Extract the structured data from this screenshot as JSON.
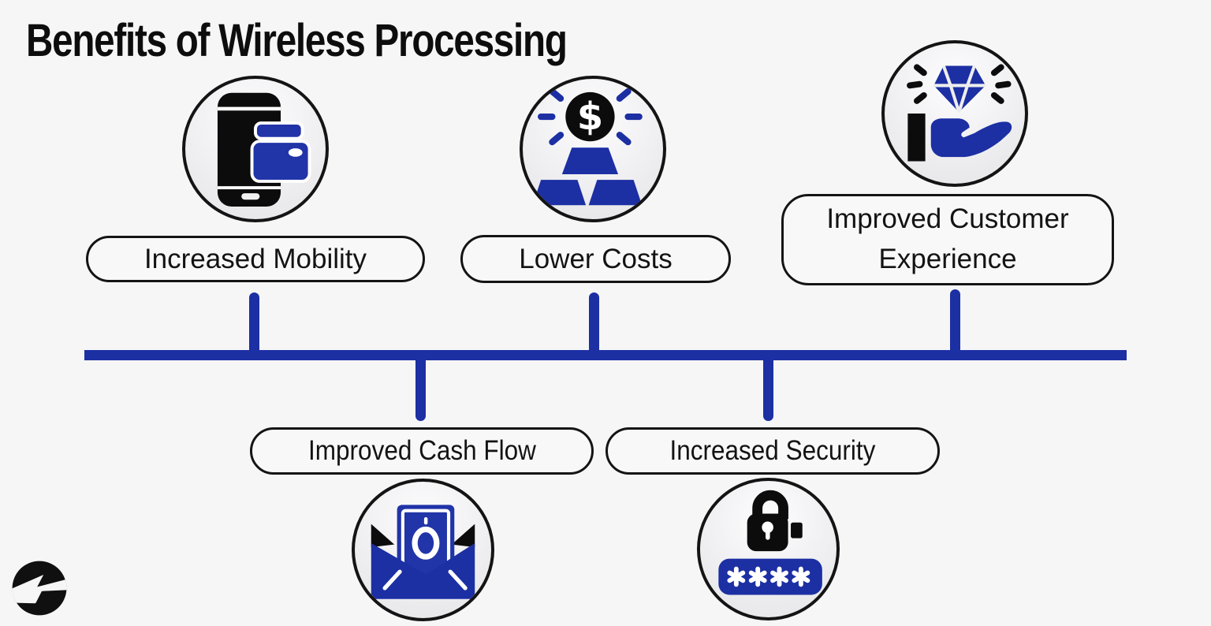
{
  "page": {
    "title": "Benefits of Wireless Processing"
  },
  "colors": {
    "accent_blue": "#1c2fa3",
    "ink": "#111111",
    "background": "#f6f6f7"
  },
  "benefits": [
    {
      "label": "Increased Mobility",
      "icon": "smartphone-wallet-icon",
      "position": "above-line"
    },
    {
      "label": "Lower Costs",
      "icon": "dollar-gold-bars-icon",
      "position": "above-line"
    },
    {
      "label": "Improved Customer Experience",
      "icon": "diamond-in-hand-icon",
      "position": "above-line"
    },
    {
      "label": "Improved Cash Flow",
      "icon": "money-envelope-icon",
      "position": "below-line"
    },
    {
      "label": "Increased Security",
      "icon": "padlock-password-icon",
      "position": "below-line"
    }
  ],
  "footer": {
    "logo": "bolt-circle-logo"
  }
}
